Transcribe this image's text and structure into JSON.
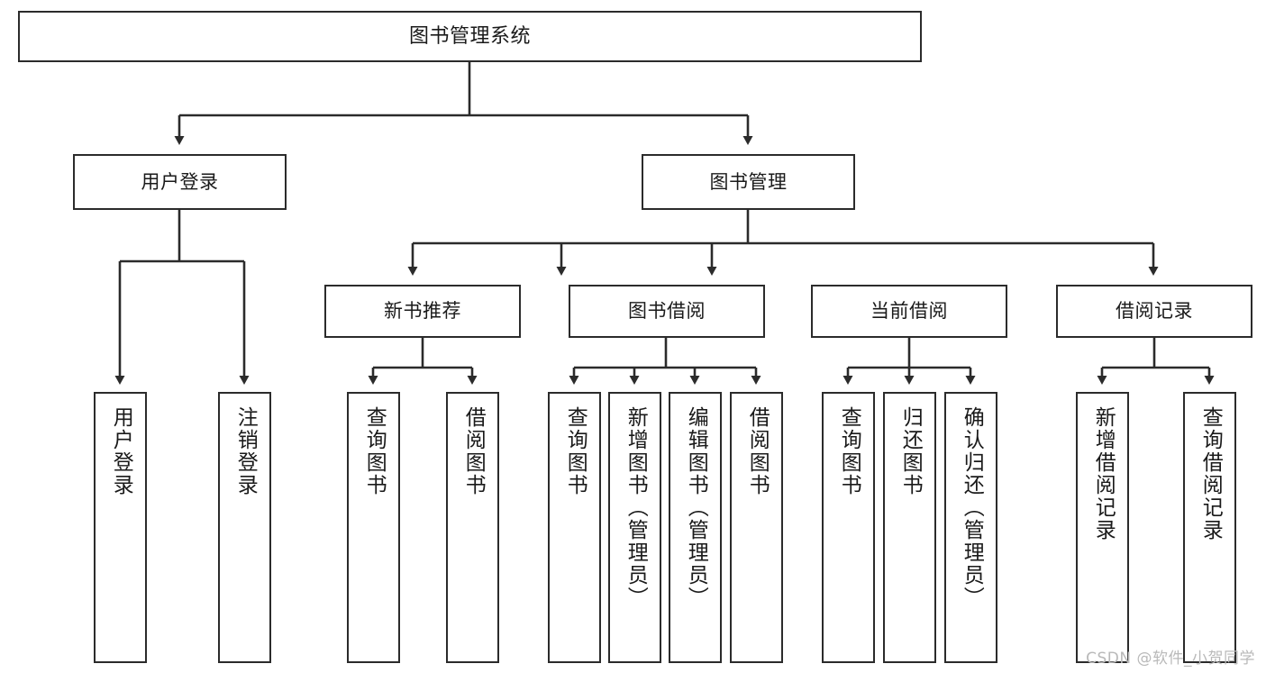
{
  "diagram": {
    "type": "tree",
    "title": "图书管理系统",
    "orientation": "top-down",
    "watermark": "CSDN @软件_小贺同学",
    "colors": {
      "box_stroke": "#2b2b2b",
      "box_fill": "#ffffff",
      "link_stroke": "#2b2b2b",
      "text": "#1a1a1a",
      "watermark": "#b9b9b9"
    },
    "nodes": {
      "root": {
        "label": "图书管理系统"
      },
      "level1": [
        {
          "label": "用户登录"
        },
        {
          "label": "图书管理"
        }
      ],
      "level2": [
        {
          "label": "新书推荐"
        },
        {
          "label": "图书借阅"
        },
        {
          "label": "当前借阅"
        },
        {
          "label": "借阅记录"
        }
      ],
      "leaves": {
        "user_login": [
          {
            "label": "用户登录"
          },
          {
            "label": "注销登录"
          }
        ],
        "new_book": [
          {
            "label": "查询图书"
          },
          {
            "label": "借阅图书"
          }
        ],
        "borrow": [
          {
            "label": "查询图书"
          },
          {
            "label": "新增图书（管理员）"
          },
          {
            "label": "编辑图书（管理员）"
          },
          {
            "label": "借阅图书"
          }
        ],
        "current": [
          {
            "label": "查询图书"
          },
          {
            "label": "归还图书"
          },
          {
            "label": "确认归还（管理员）"
          }
        ],
        "records": [
          {
            "label": "新增借阅记录"
          },
          {
            "label": "查询借阅记录"
          }
        ]
      }
    }
  }
}
